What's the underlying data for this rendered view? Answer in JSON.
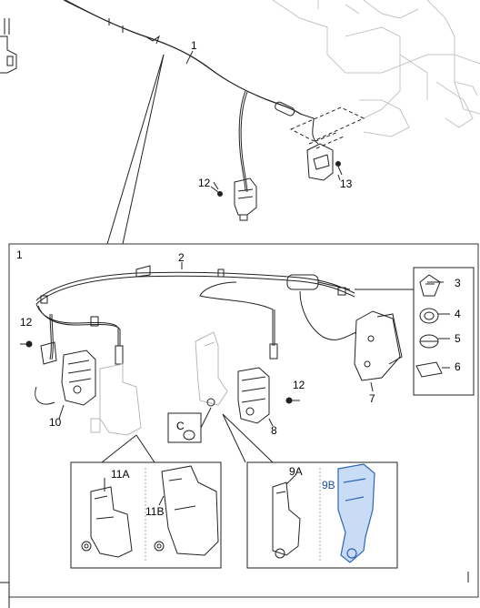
{
  "callouts": {
    "c1_top": "1",
    "c12_top": "12",
    "c13": "13",
    "c1_inset": "1",
    "c2": "2",
    "c3": "3",
    "c4": "4",
    "c5": "5",
    "c6": "6",
    "c7": "7",
    "c8": "8",
    "c10": "10",
    "c12_left": "12",
    "c12_right": "12",
    "cC": "C",
    "c9A": "9A",
    "c9B": "9B",
    "c11A": "11A",
    "c11B": "11B"
  },
  "colors": {
    "line": "#222222",
    "ghost": "#b8b8b8",
    "highlight_fill": "#c9dcf5",
    "highlight_stroke": "#2e63b8"
  }
}
